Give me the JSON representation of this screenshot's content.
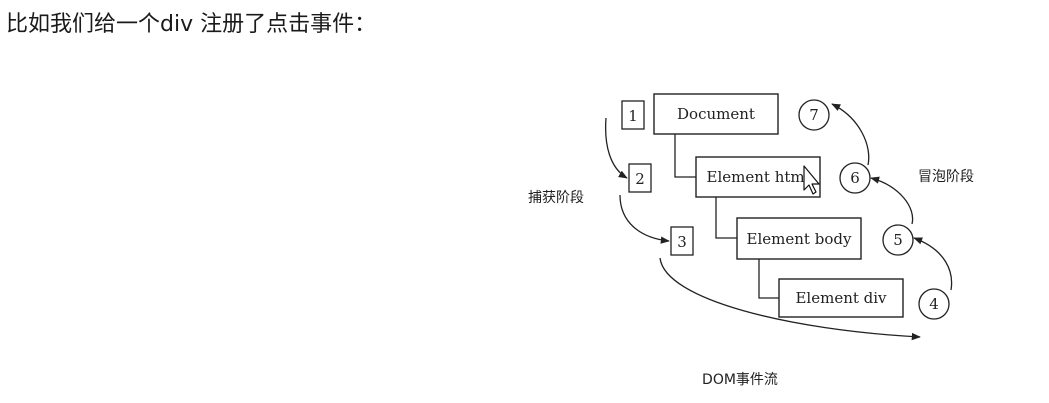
{
  "intro_text": "比如我们给一个div 注册了点击事件：",
  "diagram": {
    "nodes": {
      "document": "Document",
      "html": "Element html",
      "body": "Element body",
      "div": "Element div"
    },
    "capture_steps": [
      "1",
      "2",
      "3"
    ],
    "bubble_steps": [
      "4",
      "5",
      "6",
      "7"
    ],
    "capture_label": "捕获阶段",
    "bubble_label": "冒泡阶段",
    "caption": "DOM事件流",
    "colors": {
      "line": "#222222",
      "box_fill": "#ffffff"
    }
  }
}
